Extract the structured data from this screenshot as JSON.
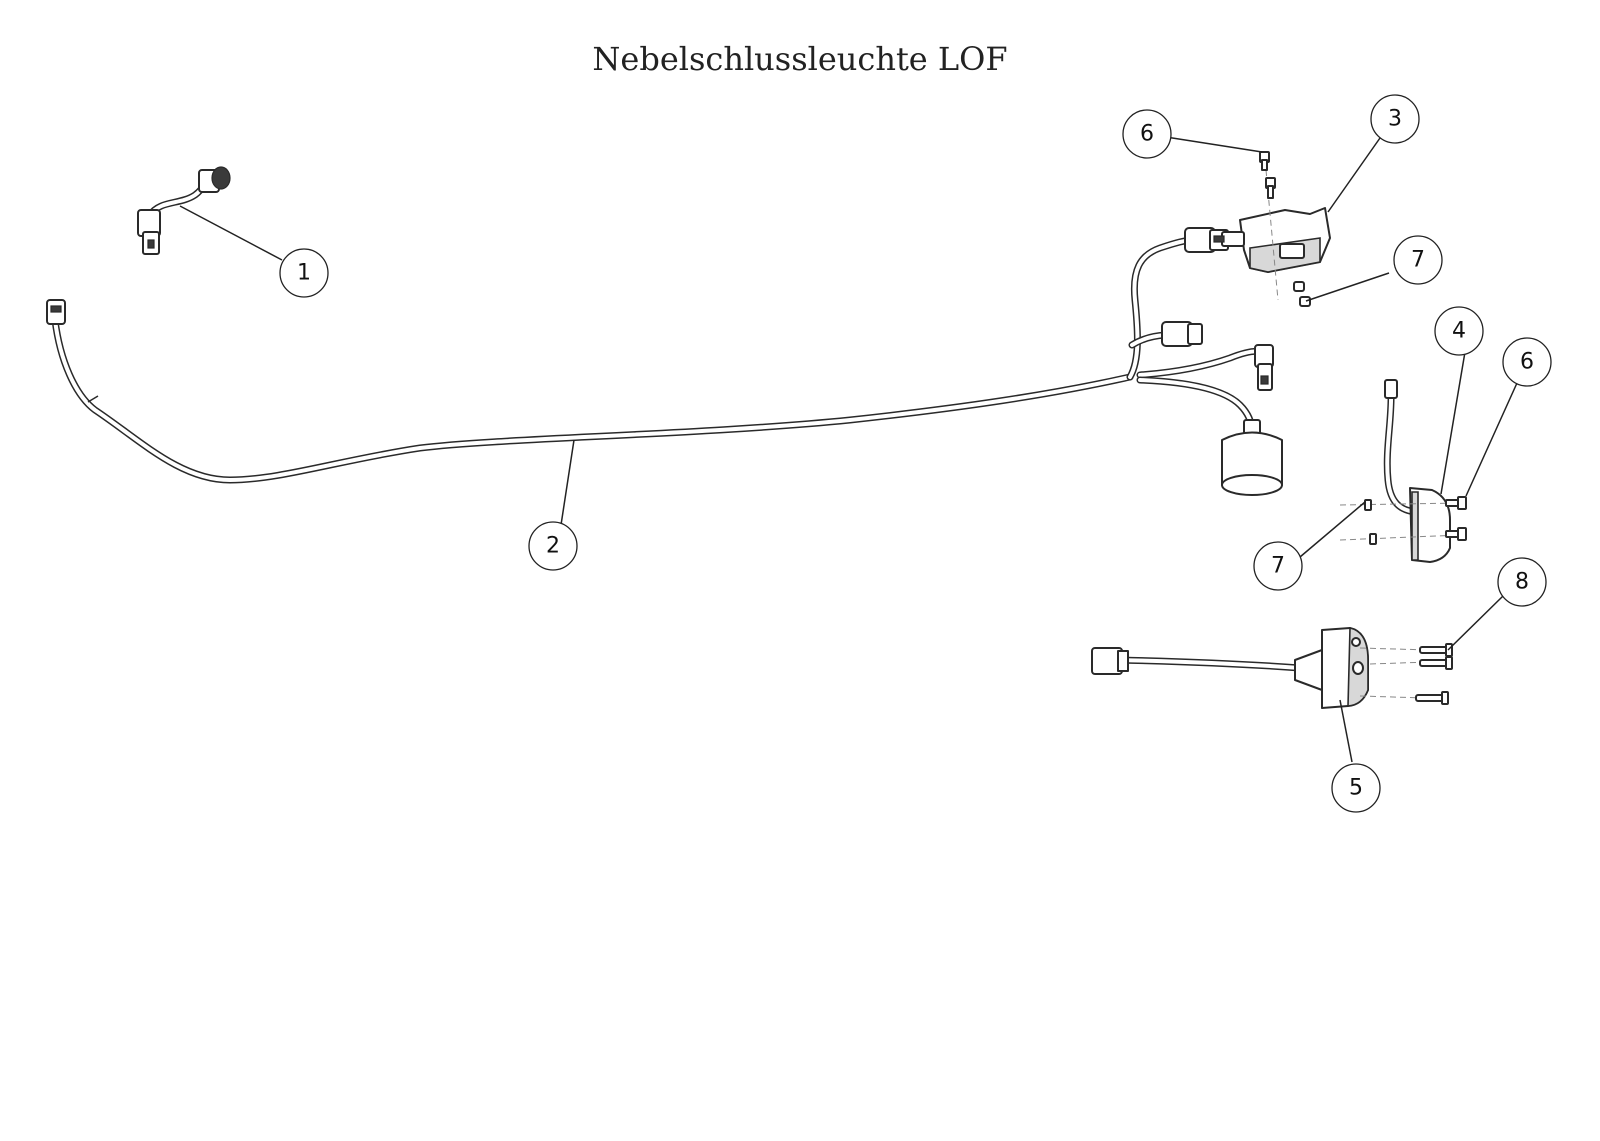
{
  "title": "Nebelschlussleuchte LOF",
  "callouts": [
    {
      "id": "c1",
      "label": "1"
    },
    {
      "id": "c2",
      "label": "2"
    },
    {
      "id": "c3",
      "label": "3"
    },
    {
      "id": "c6a",
      "label": "6"
    },
    {
      "id": "c7a",
      "label": "7"
    },
    {
      "id": "c4",
      "label": "4"
    },
    {
      "id": "c6b",
      "label": "6"
    },
    {
      "id": "c7b",
      "label": "7"
    },
    {
      "id": "c8",
      "label": "8"
    },
    {
      "id": "c5",
      "label": "5"
    }
  ]
}
